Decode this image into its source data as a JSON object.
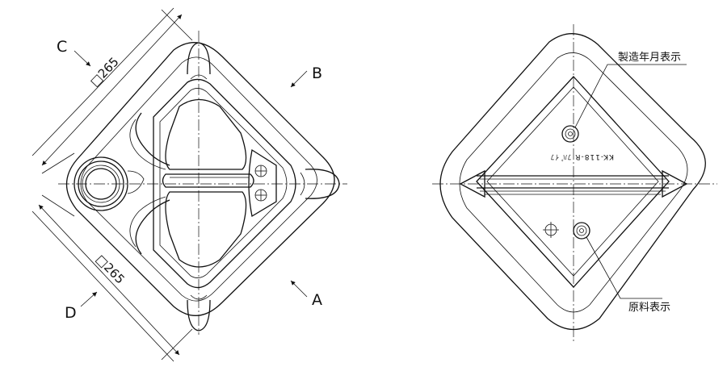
{
  "dimensions": {
    "upper": "□265",
    "lower": "□265"
  },
  "view_labels": {
    "c": "C",
    "b": "B",
    "a": "A",
    "d": "D"
  },
  "callouts": {
    "manufacture_date": "製造年月表示",
    "material": "原料表示"
  },
  "mold_marking": "KK-118-R ﾌﾊﾟｲﾌ"
}
